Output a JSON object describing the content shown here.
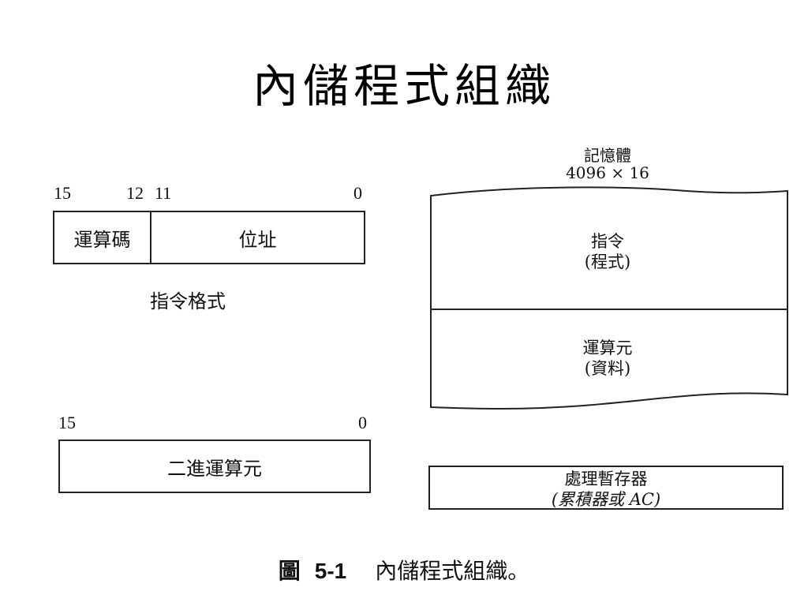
{
  "title": "內儲程式組織",
  "instruction": {
    "bit_left": "15",
    "bit_mid_a": "12",
    "bit_mid_b": "11",
    "bit_right": "0",
    "opcode_label": "運算碼",
    "address_label": "位址",
    "caption": "指令格式"
  },
  "operand": {
    "bit_left": "15",
    "bit_right": "0",
    "label": "二進運算元"
  },
  "memory": {
    "label_line1": "記憶體",
    "label_line2": "4096 × 16",
    "section1_line1": "指令",
    "section1_line2": "(程式)",
    "section2_line1": "運算元",
    "section2_line2": "(資料)"
  },
  "register": {
    "line1": "處理暫存器",
    "line2": "(累積器或 AC)"
  },
  "figure_caption": {
    "prefix": "圖",
    "number": "5-1",
    "text": "內儲程式組織。"
  }
}
